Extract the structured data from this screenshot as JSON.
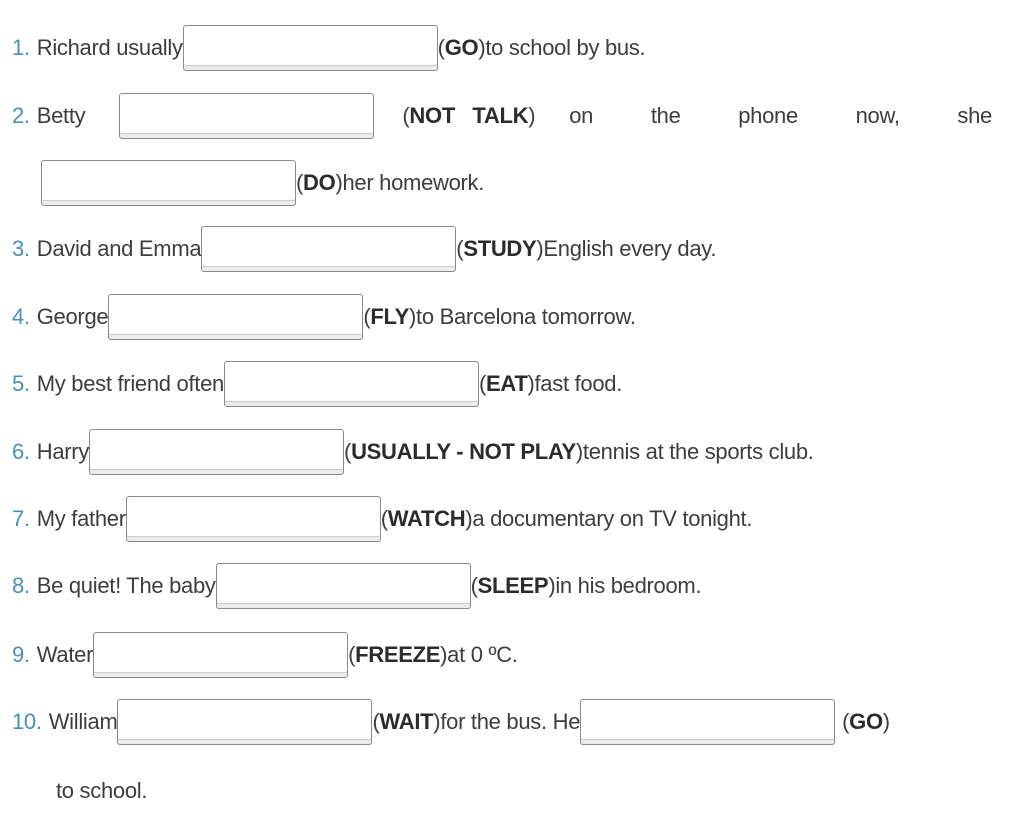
{
  "items": [
    {
      "num": "1.",
      "before": "Richard usually",
      "verb": "GO",
      "after": " to school by bus."
    },
    {
      "num": "2.",
      "before": "Betty",
      "verb": "NOT   TALK",
      "after_words": [
        "on",
        "the",
        "phone",
        "now,",
        "she"
      ]
    },
    {
      "num": "",
      "before": "",
      "verb": "DO",
      "after": " her homework."
    },
    {
      "num": "3.",
      "before": "David and Emma",
      "verb": "STUDY",
      "after": " English every day."
    },
    {
      "num": "4.",
      "before": "George",
      "verb": "FLY",
      "after": " to Barcelona tomorrow."
    },
    {
      "num": "5.",
      "before": "My best friend often",
      "verb": "EAT",
      "after": " fast food."
    },
    {
      "num": "6.",
      "before": "Harry",
      "verb": "USUALLY - NOT PLAY",
      "after": " tennis at the sports club."
    },
    {
      "num": "7.",
      "before": "My father",
      "verb": "WATCH",
      "after": " a documentary on TV tonight."
    },
    {
      "num": "8.",
      "before": "Be quiet! The baby",
      "verb": "SLEEP",
      "after": " in his bedroom."
    },
    {
      "num": "9.",
      "before": "Water",
      "verb": "FREEZE",
      "after": " at 0 ºC."
    },
    {
      "num": "10.",
      "before": "William",
      "verb": "WAIT",
      "middle": " for the bus. He",
      "verb2": "GO",
      "after": ""
    },
    {
      "num": "",
      "continuation": "to school."
    }
  ]
}
